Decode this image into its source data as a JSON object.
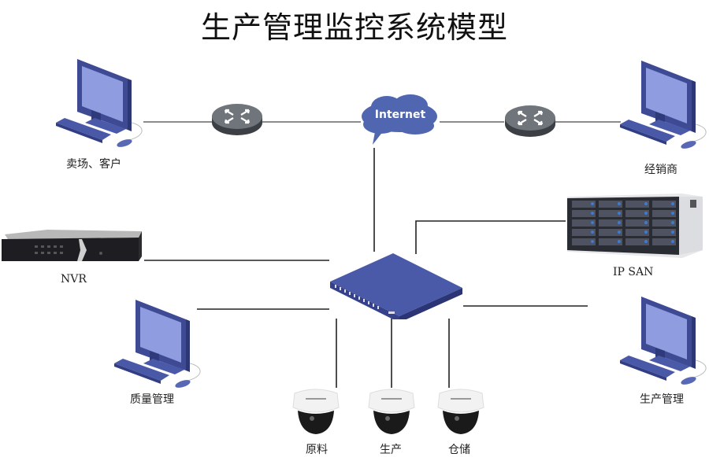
{
  "title": "生产管理监控系统模型",
  "colors": {
    "device_blue": "#4a5aa8",
    "screen": "#8f9be0",
    "router": "#5a5f66",
    "link": "#666666",
    "cloud": "#5066b0"
  },
  "nodes": {
    "store_client": {
      "label": "卖场、客户",
      "icon": "computer-icon"
    },
    "distributor": {
      "label": "经销商",
      "icon": "computer-icon"
    },
    "router_left": {
      "label": "",
      "icon": "router-icon"
    },
    "router_right": {
      "label": "",
      "icon": "router-icon"
    },
    "internet": {
      "label": "Internet",
      "icon": "cloud-icon"
    },
    "nvr": {
      "label": "NVR",
      "icon": "nvr-icon"
    },
    "ip_san": {
      "label": "IP SAN",
      "icon": "storage-server-icon"
    },
    "switch": {
      "label": "",
      "icon": "switch-icon"
    },
    "quality_mgmt": {
      "label": "质量管理",
      "icon": "computer-icon"
    },
    "production_mgmt": {
      "label": "生产管理",
      "icon": "computer-icon"
    },
    "cam_raw": {
      "label": "原料",
      "icon": "dome-camera-icon"
    },
    "cam_production": {
      "label": "生产",
      "icon": "dome-camera-icon"
    },
    "cam_storage": {
      "label": "仓储",
      "icon": "dome-camera-icon"
    }
  }
}
